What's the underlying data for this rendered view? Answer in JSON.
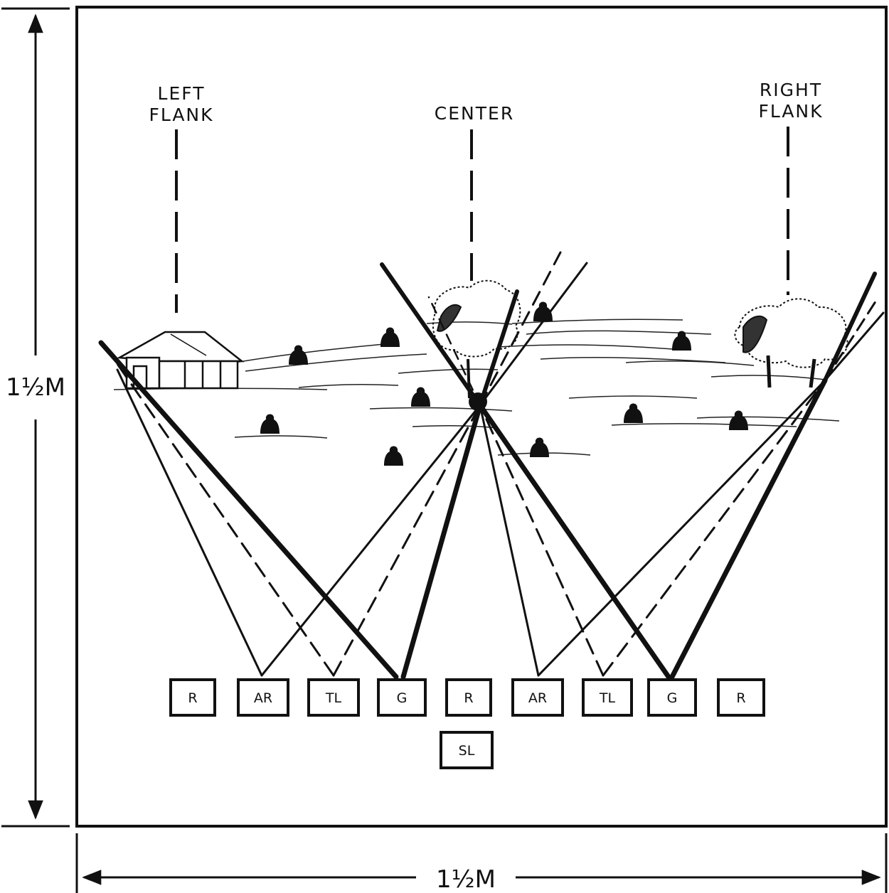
{
  "labels": {
    "left_flank_line1": "LEFT",
    "left_flank_line2": "FLANK",
    "center": "CENTER",
    "right_flank_line1": "RIGHT",
    "right_flank_line2": "FLANK"
  },
  "dimensions": {
    "vertical": "1½M",
    "horizontal": "1½M"
  },
  "positions": [
    "R",
    "AR",
    "TL",
    "G",
    "R",
    "AR",
    "TL",
    "G",
    "R"
  ],
  "leader": "SL"
}
